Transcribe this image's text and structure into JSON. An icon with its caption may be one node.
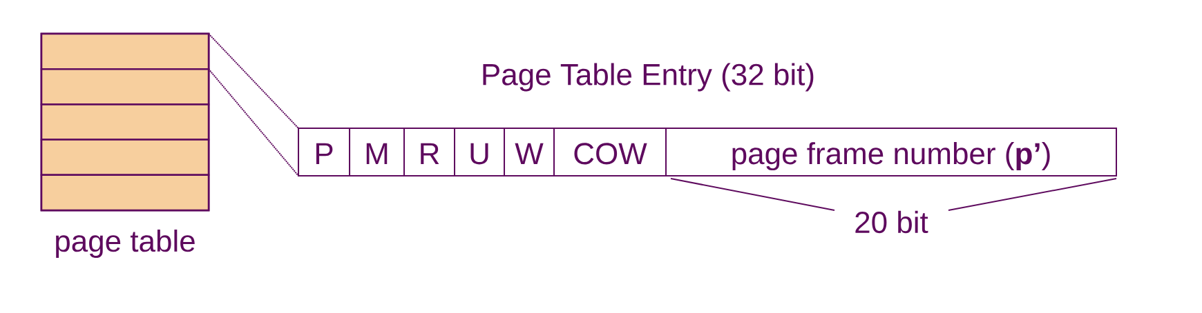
{
  "diagram": {
    "nodes": [
      {
        "text": [],
        "shape": "box",
        "beside": [
          "page table"
        ]
      },
      {
        "text": [],
        "shape": "box",
        "in": 0
      },
      {
        "text": [],
        "shape": "box",
        "in": 0
      },
      {
        "text": [],
        "shape": "box",
        "in": 0
      },
      {
        "text": [],
        "shape": "box",
        "in": 0
      },
      {
        "text": [],
        "shape": "box",
        "in": 0
      },
      {
        "text": [
          "Page Table Entry (32 bit)"
        ]
      },
      {
        "text": [
          "P"
        ],
        "in": 6
      },
      {
        "text": [
          "M"
        ],
        "in": 6
      },
      {
        "text": [
          "R"
        ],
        "in": 6
      },
      {
        "text": [
          "U"
        ],
        "in": 6
      },
      {
        "text": [
          "W"
        ],
        "in": 6
      },
      {
        "text": [
          "COW"
        ],
        "in": 6
      },
      {
        "text": [
          "page frame number (**p’**)"
        ],
        "in": 6
      }
    ],
    "edges": [
      {
        "from": 1,
        "to": 6,
        "arrow": "none",
        "style": "dashed"
      },
      {
        "from": 1,
        "to": 6,
        "arrow": "none",
        "style": "dashed"
      }
    ],
    "labels": [
      "20 bit"
    ]
  }
}
